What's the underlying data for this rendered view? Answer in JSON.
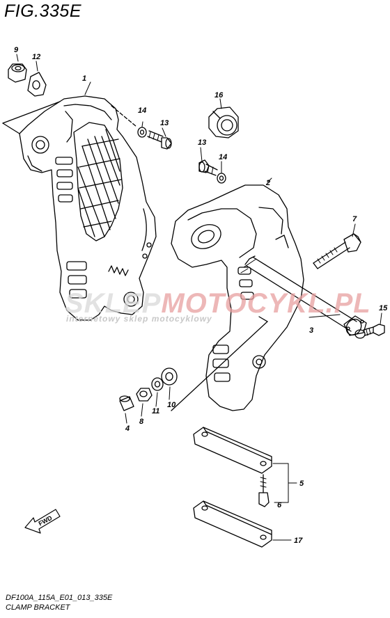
{
  "title": "FIG.335E",
  "footer": {
    "code": "DF100A_115A_E01_013_335E",
    "name": "CLAMP BRACKET"
  },
  "watermark": {
    "main_left": "SKLEP",
    "main_right": "MOTOCYKL.PL",
    "sub": "internetowy sklep motocyklowy",
    "accent_color": "#e8a0a0"
  },
  "fwd_label": "FWD",
  "callouts": [
    {
      "id": "9",
      "label": "9"
    },
    {
      "id": "12",
      "label": "12"
    },
    {
      "id": "1",
      "label": "1"
    },
    {
      "id": "14a",
      "label": "14"
    },
    {
      "id": "13a",
      "label": "13"
    },
    {
      "id": "16",
      "label": "16"
    },
    {
      "id": "13b",
      "label": "13"
    },
    {
      "id": "14b",
      "label": "14"
    },
    {
      "id": "2",
      "label": "2"
    },
    {
      "id": "7",
      "label": "7"
    },
    {
      "id": "15",
      "label": "15"
    },
    {
      "id": "3",
      "label": "3"
    },
    {
      "id": "4",
      "label": "4"
    },
    {
      "id": "8",
      "label": "8"
    },
    {
      "id": "11",
      "label": "11"
    },
    {
      "id": "10",
      "label": "10"
    },
    {
      "id": "5",
      "label": "5"
    },
    {
      "id": "6",
      "label": "6"
    },
    {
      "id": "17",
      "label": "17"
    }
  ]
}
